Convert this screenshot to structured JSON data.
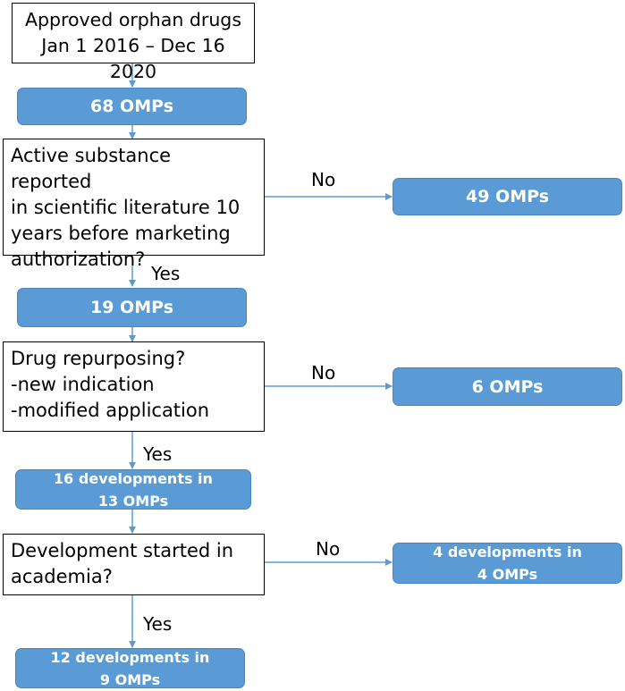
{
  "flowchart": {
    "start": "Approved orphan drugs\nJan 1 2016 – Dec 16 2020",
    "step1_result": "68 OMPs",
    "question1": "Active substance reported\nin scientific literature 10\nyears before marketing\nauthorization?",
    "question1_no_result": "49 OMPs",
    "step2_result": "19 OMPs",
    "question2": "Drug repurposing?\n-new indication\n-modified application",
    "question2_no_result": "6 OMPs",
    "step3_result": "16 developments in\n13 OMPs",
    "question3": "Development started in\nacademia?",
    "question3_no_result": "4 developments in\n4 OMPs",
    "final_result": "12 developments in\n9 OMPs"
  },
  "edge_labels": {
    "yes": "Yes",
    "no": "No"
  },
  "colors": {
    "result_fill": "#5b9bd5",
    "result_border": "#4a85bd",
    "arrow": "#5b9bd5"
  }
}
